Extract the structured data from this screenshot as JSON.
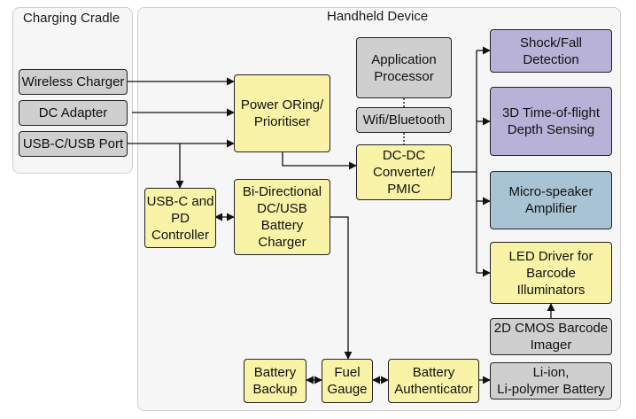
{
  "groups": {
    "cradle": "Charging Cradle",
    "device": "Handheld Device"
  },
  "blocks": {
    "wireless_charger": "Wireless Charger",
    "dc_adapter": "DC Adapter",
    "usb_port": "USB-C/USB Port",
    "power_oring": "Power ORing/\nPrioritiser",
    "usbc_pd": "USB-C and\nPD\nController",
    "battery_charger": "Bi-Directional\nDC/USB\nBattery\nCharger",
    "app_processor": "Application\nProcessor",
    "wifi_bt": "Wifi/Bluetooth",
    "dcdc": "DC-DC\nConverter/\nPMIC",
    "shock_fall": "Shock/Fall\nDetection",
    "tof": "3D Time-of-flight\nDepth Sensing",
    "speaker_amp": "Micro-speaker\nAmplifier",
    "led_driver": "LED Driver for\nBarcode\nIlluminators",
    "cmos_imager": "2D CMOS Barcode\nImager",
    "battery_backup": "Battery\nBackup",
    "fuel_gauge": "Fuel\nGauge",
    "battery_auth": "Battery\nAuthenticator",
    "li_battery": "Li-ion,\nLi-polymer Battery"
  },
  "colors": {
    "yellow": "#f8f3a6",
    "gray": "#cfcfcf",
    "purple": "#b9b2d8",
    "blue": "#a8c3d3",
    "line": "#111111"
  }
}
